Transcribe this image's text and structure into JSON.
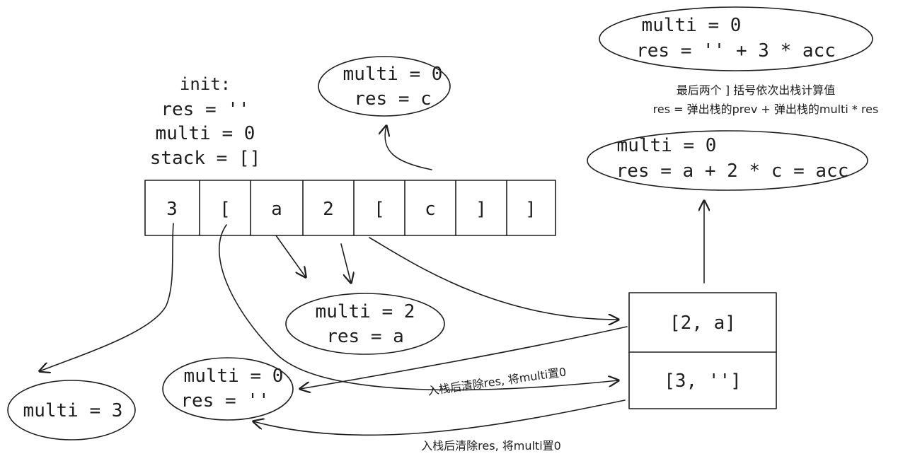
{
  "init": {
    "lines": [
      "init:",
      "res = ''",
      "multi = 0",
      "stack = []"
    ]
  },
  "input_cells": [
    "3",
    "[",
    "a",
    "2",
    "[",
    "c",
    "]",
    "]"
  ],
  "states": {
    "after_3": [
      "multi = 3"
    ],
    "first_push": [
      "multi = 0",
      "res = ''"
    ],
    "after_a2": [
      "multi = 2",
      "res = a"
    ],
    "after_c": [
      "multi = 0",
      "res = c"
    ],
    "first_pop": [
      "multi = 0",
      "res = a + 2 * c = acc"
    ],
    "final": [
      "multi = 0",
      "res = '' + 3 * acc"
    ]
  },
  "stack": {
    "top": "[2, a]",
    "bottom": "[3, '']"
  },
  "notes": {
    "push_note_1": "入栈后清除res, 将multi置0",
    "push_note_2": "入栈后清除res, 将multi置0",
    "pop_line1": "最后两个 ] 括号依次出栈计算值",
    "pop_line2": "res = 弹出栈的prev + 弹出栈的multi * res"
  }
}
